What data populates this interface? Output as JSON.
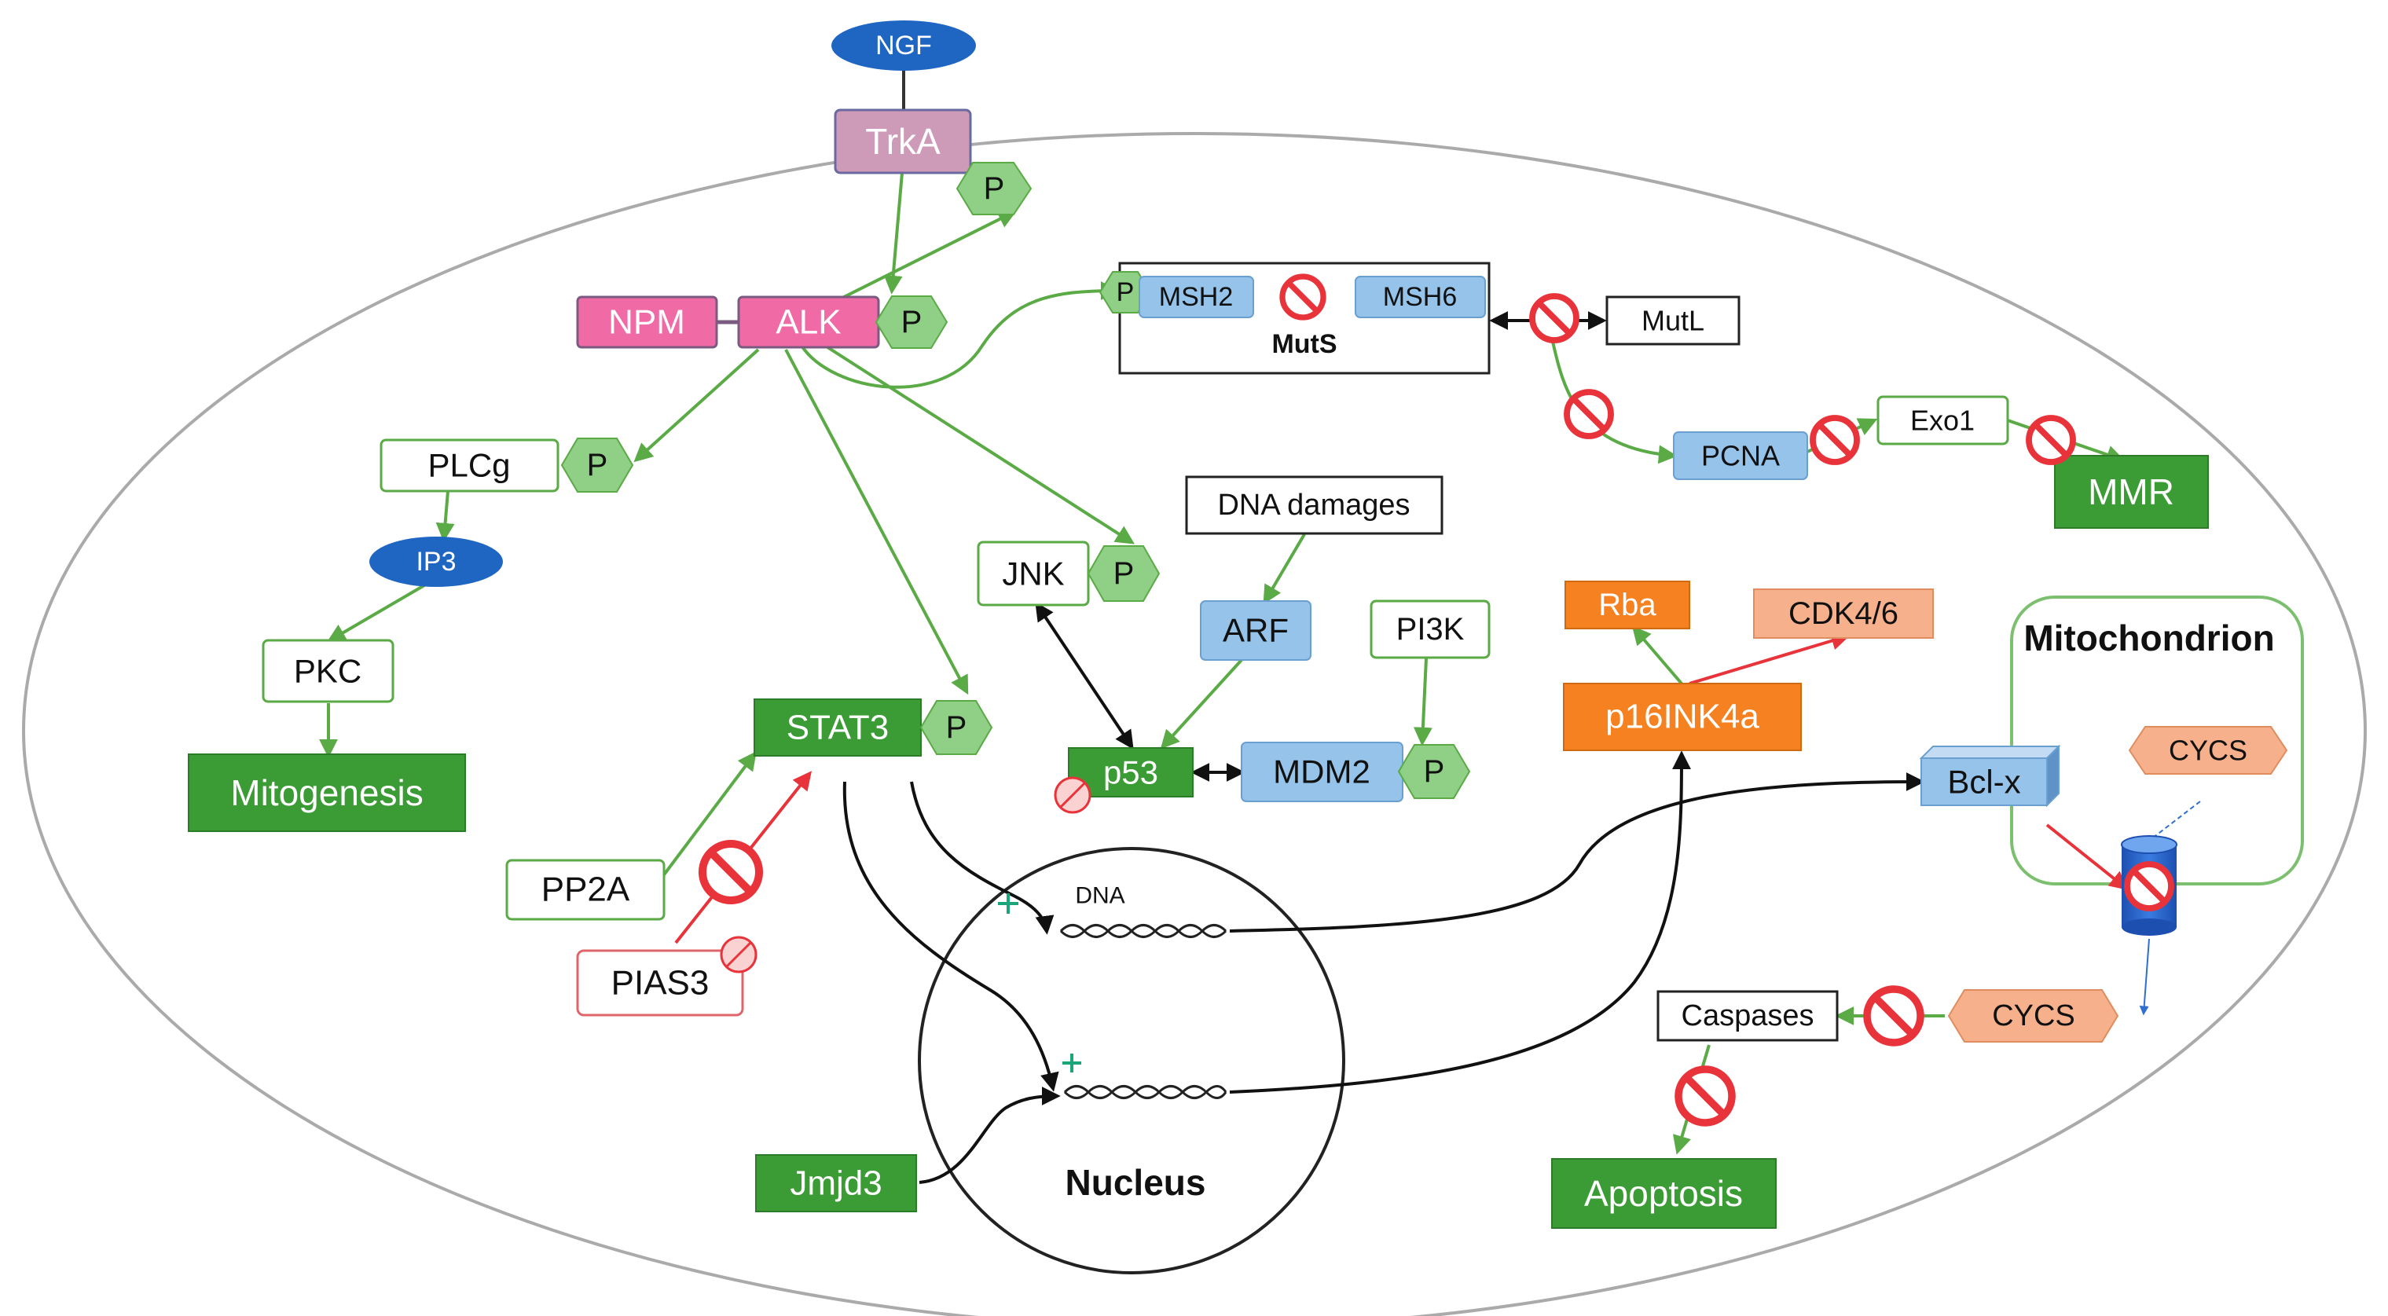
{
  "colors": {
    "green_line": "#5aaa46",
    "green_fill": "#3b9c35",
    "green_light": "#8fcf86",
    "blue_fill": "#96c3ea",
    "pink_fill": "#f06aa6",
    "mauve_fill": "#cd9ab8",
    "navy_oval": "#1f66c2",
    "orange_fill": "#f58120",
    "salmon_fill": "#f7b08c",
    "red_line": "#e8333a",
    "red_box_border": "#e0656b",
    "cell_border": "#aaaaaa"
  },
  "nodes": {
    "ngf": "NGF",
    "trka": "TrkA",
    "npm": "NPM",
    "alk": "ALK",
    "msh2": "MSH2",
    "msh6": "MSH6",
    "muts": "MutS",
    "mutl": "MutL",
    "pcna": "PCNA",
    "exo1": "Exo1",
    "mmr": "MMR",
    "plcg": "PLCg",
    "ip3": "IP3",
    "pkc": "PKC",
    "mitogenesis": "Mitogenesis",
    "dna_damages": "DNA damages",
    "jnk": "JNK",
    "arf": "ARF",
    "pi3k": "PI3K",
    "rba": "Rba",
    "cdk46": "CDK4/6",
    "p16": "p16INK4a",
    "mitochondrion": "Mitochondrion",
    "bclx": "Bcl-x",
    "cycs_mito": "CYCS",
    "stat3": "STAT3",
    "p53": "p53",
    "mdm2": "MDM2",
    "pp2a": "PP2A",
    "pias3": "PIAS3",
    "dna": "DNA",
    "nucleus": "Nucleus",
    "jmjd3": "Jmjd3",
    "caspases": "Caspases",
    "cycs": "CYCS",
    "apoptosis": "Apoptosis",
    "phospho": "P"
  }
}
